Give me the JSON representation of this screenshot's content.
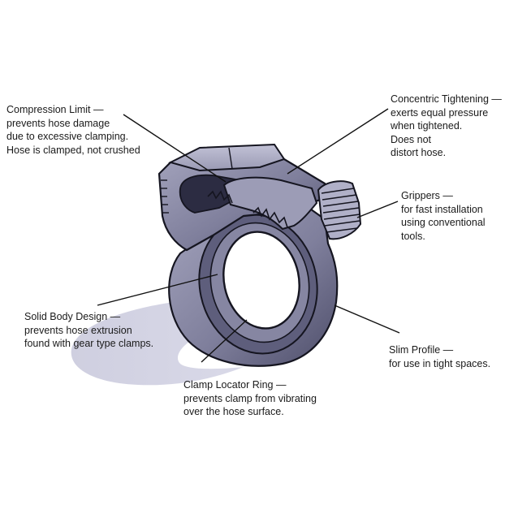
{
  "colors": {
    "body": "#8a8aa6",
    "body_dark": "#4a4a66",
    "shadow": "#c9c9dc",
    "outline": "#151520",
    "leader": "#111111"
  },
  "callouts": {
    "compression": {
      "title": "Compression Limit —",
      "desc": "prevents hose damage\ndue to excessive clamping.\nHose is clamped, not crushed"
    },
    "concentric": {
      "title": "Concentric Tightening —",
      "desc": "exerts equal pressure\nwhen tightened.\nDoes not\ndistort hose."
    },
    "grippers": {
      "title": "Grippers —",
      "desc": "for fast installation\nusing conventional\ntools."
    },
    "solid": {
      "title": "Solid Body Design —",
      "desc": "prevents hose extrusion\nfound with gear type clamps."
    },
    "slim": {
      "title": "Slim Profile —",
      "desc": "for use in tight spaces."
    },
    "locator": {
      "title": "Clamp Locator Ring —",
      "desc": "prevents clamp from vibrating\nover the hose surface."
    }
  }
}
